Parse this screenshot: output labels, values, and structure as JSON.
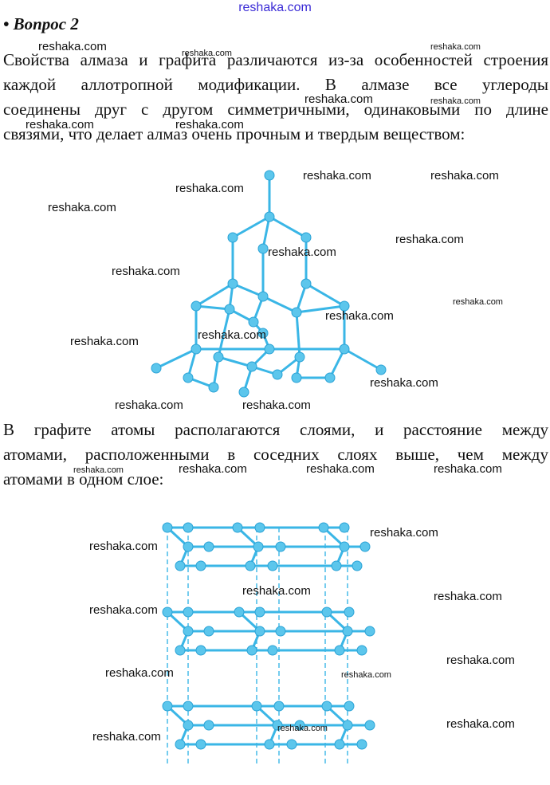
{
  "site_header": "reshaka.com",
  "question_title": "• Вопрос 2",
  "paragraph_diamond": [
    "Свойства алмаза и графита различаются из-за особенностей строения",
    "каждой аллотропной модификации. В алмазе все углероды",
    "соединены друг с другом симметричными, одинаковыми по длине",
    "связями, что делает алмаз очень прочным и твердым веществом:"
  ],
  "paragraph_graphite": [
    "В графите атомы располагаются слоями, и расстояние между",
    "атомами, расположенными в соседних слоях выше, чем между",
    "атомами в одном слое:"
  ],
  "watermark": "reshaka.com",
  "colors": {
    "atom": "#5cc6ec",
    "bond": "#3ab6e6",
    "header_link": "#3a2bd6"
  }
}
